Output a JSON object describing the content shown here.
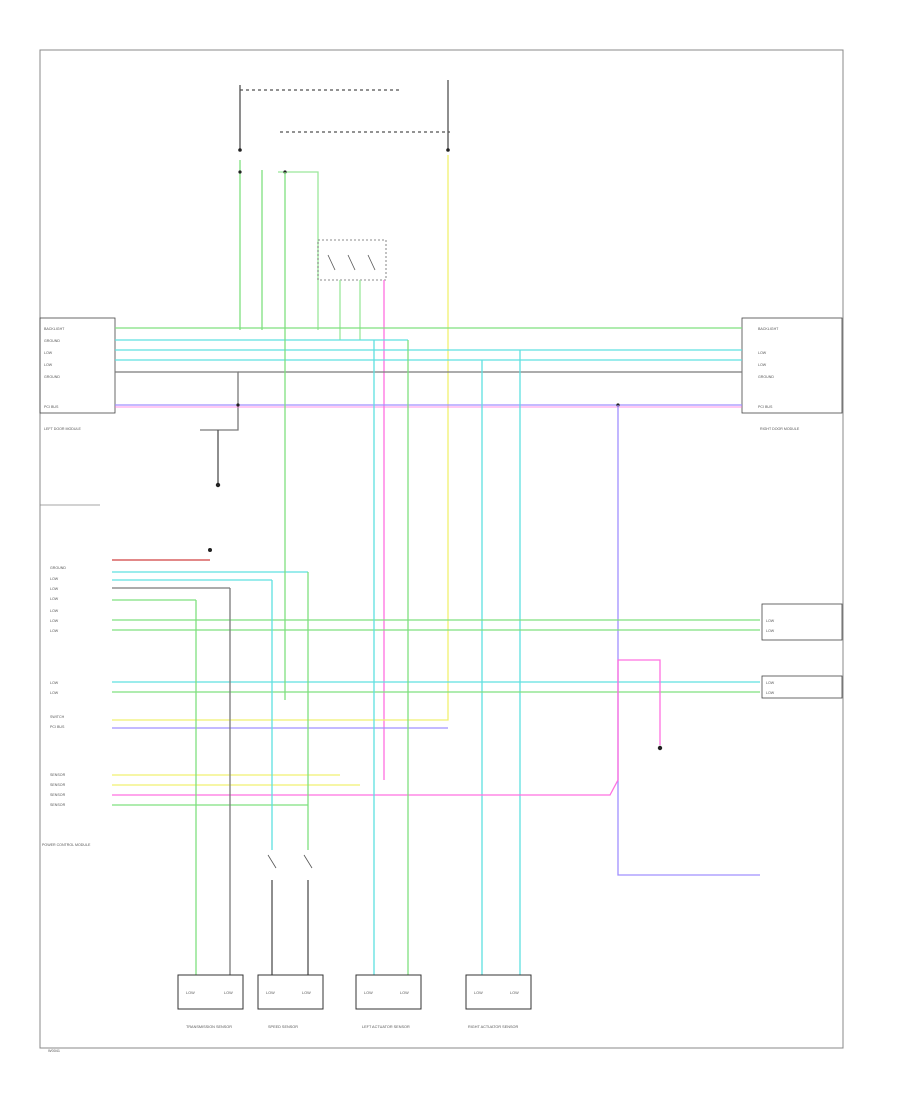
{
  "diagram": {
    "modules": {
      "left_door_module": "LEFT DOOR MODULE",
      "right_door_module": "RIGHT DOOR MODULE",
      "power_module": "POWER CONTROL MODULE"
    },
    "sensors": [
      {
        "label": "TRANSMISSION SENSOR",
        "pins": [
          "LOW",
          "LOW"
        ]
      },
      {
        "label": "SPEED SENSOR",
        "pins": [
          "LOW",
          "LOW"
        ]
      },
      {
        "label": "LEFT ACTUATOR SENSOR",
        "pins": [
          "LOW",
          "LOW"
        ]
      },
      {
        "label": "RIGHT ACTUATOR SENSOR",
        "pins": [
          "LOW",
          "LOW"
        ]
      }
    ],
    "footer_code": "W0041"
  },
  "colors": {
    "green": "#7fe07f",
    "cyan": "#5fe0e0",
    "violet": "#a090ff",
    "pink": "#ff70e0",
    "yellow": "#f0f070",
    "gray": "#7a7a7a"
  }
}
